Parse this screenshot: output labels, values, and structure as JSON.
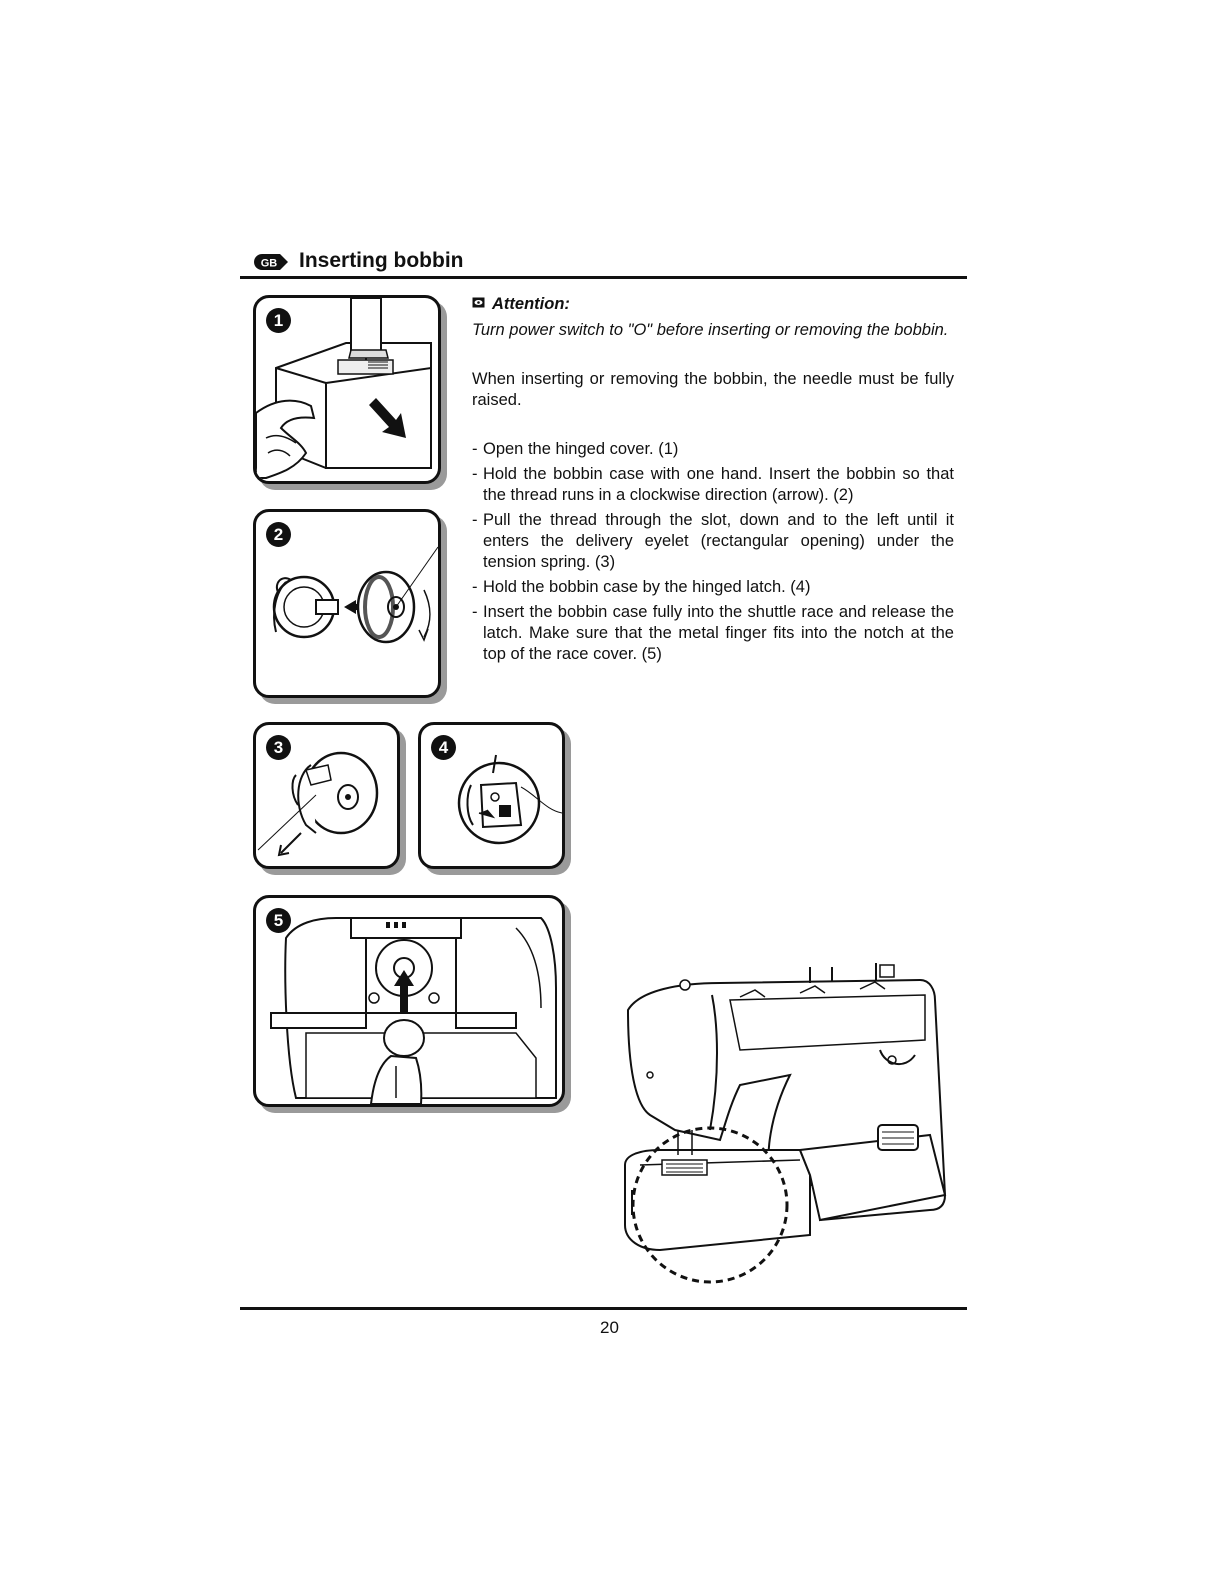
{
  "header": {
    "badge": "GB",
    "title": "Inserting bobbin"
  },
  "figures": [
    {
      "number": "1"
    },
    {
      "number": "2"
    },
    {
      "number": "3"
    },
    {
      "number": "4"
    },
    {
      "number": "5"
    }
  ],
  "attention": {
    "label": "Attention:",
    "text": "Turn power switch to \"O\" before inserting or removing the bobbin."
  },
  "intro": "When inserting or removing the bobbin, the needle must be fully raised.",
  "steps": [
    "Open the hinged cover. (1)",
    "Hold the bobbin case with one hand. Insert the bobbin so that the thread runs in a clockwise direction (arrow). (2)",
    "Pull the thread through the slot, down and to the left until it enters the delivery eyelet (rectangular opening) under the tension spring. (3)",
    "Hold the bobbin case by the hinged latch. (4)",
    "Insert the bobbin case fully into the shuttle race and release the latch. Make sure that the metal finger fits into the notch at the top of the race cover. (5)"
  ],
  "page_number": "20"
}
